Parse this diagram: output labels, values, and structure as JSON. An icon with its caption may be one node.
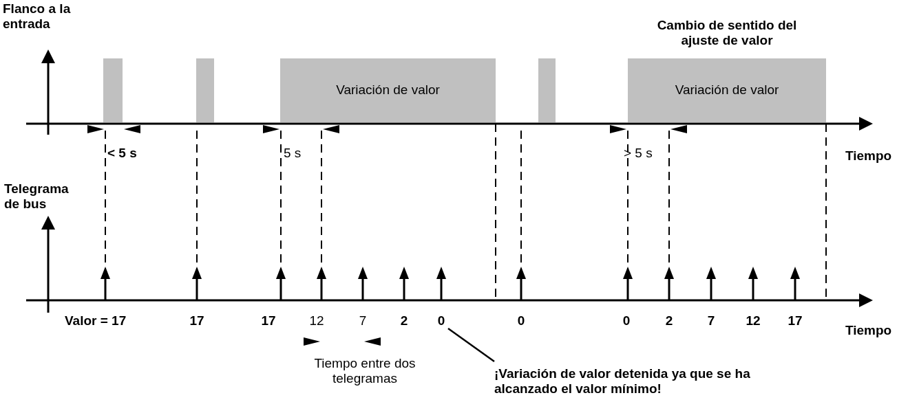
{
  "diagram": {
    "nodes": [
      {
        "text": [],
        "shape": "bar"
      },
      {
        "text": [],
        "shape": "bar"
      },
      {
        "text": [
          "Variación de valor"
        ]
      },
      {
        "text": [],
        "shape": "bar"
      },
      {
        "text": [
          "Variación de valor"
        ],
        "beside": [
          "Cambio de sentido del ajuste de valor"
        ]
      },
      {
        "text": [
          "0"
        ]
      },
      {
        "text": [
          "¡Variación de valor detenida ya que se ha alcanzado el valor mínimo!"
        ]
      }
    ],
    "edges": [
      {
        "from": 6,
        "to": 5,
        "arrow": "none"
      }
    ],
    "labels": [
      "Flanco a la entrada",
      "< 5 s",
      "5 s",
      "> 5 s",
      "Tiempo",
      "Telegrama de bus",
      "Valor = 17",
      "17",
      "17",
      "12",
      "7",
      "2",
      "0",
      "0",
      "2",
      "7",
      "12",
      "17",
      "Tiempo",
      "Tiempo entre dos telegramas"
    ]
  }
}
